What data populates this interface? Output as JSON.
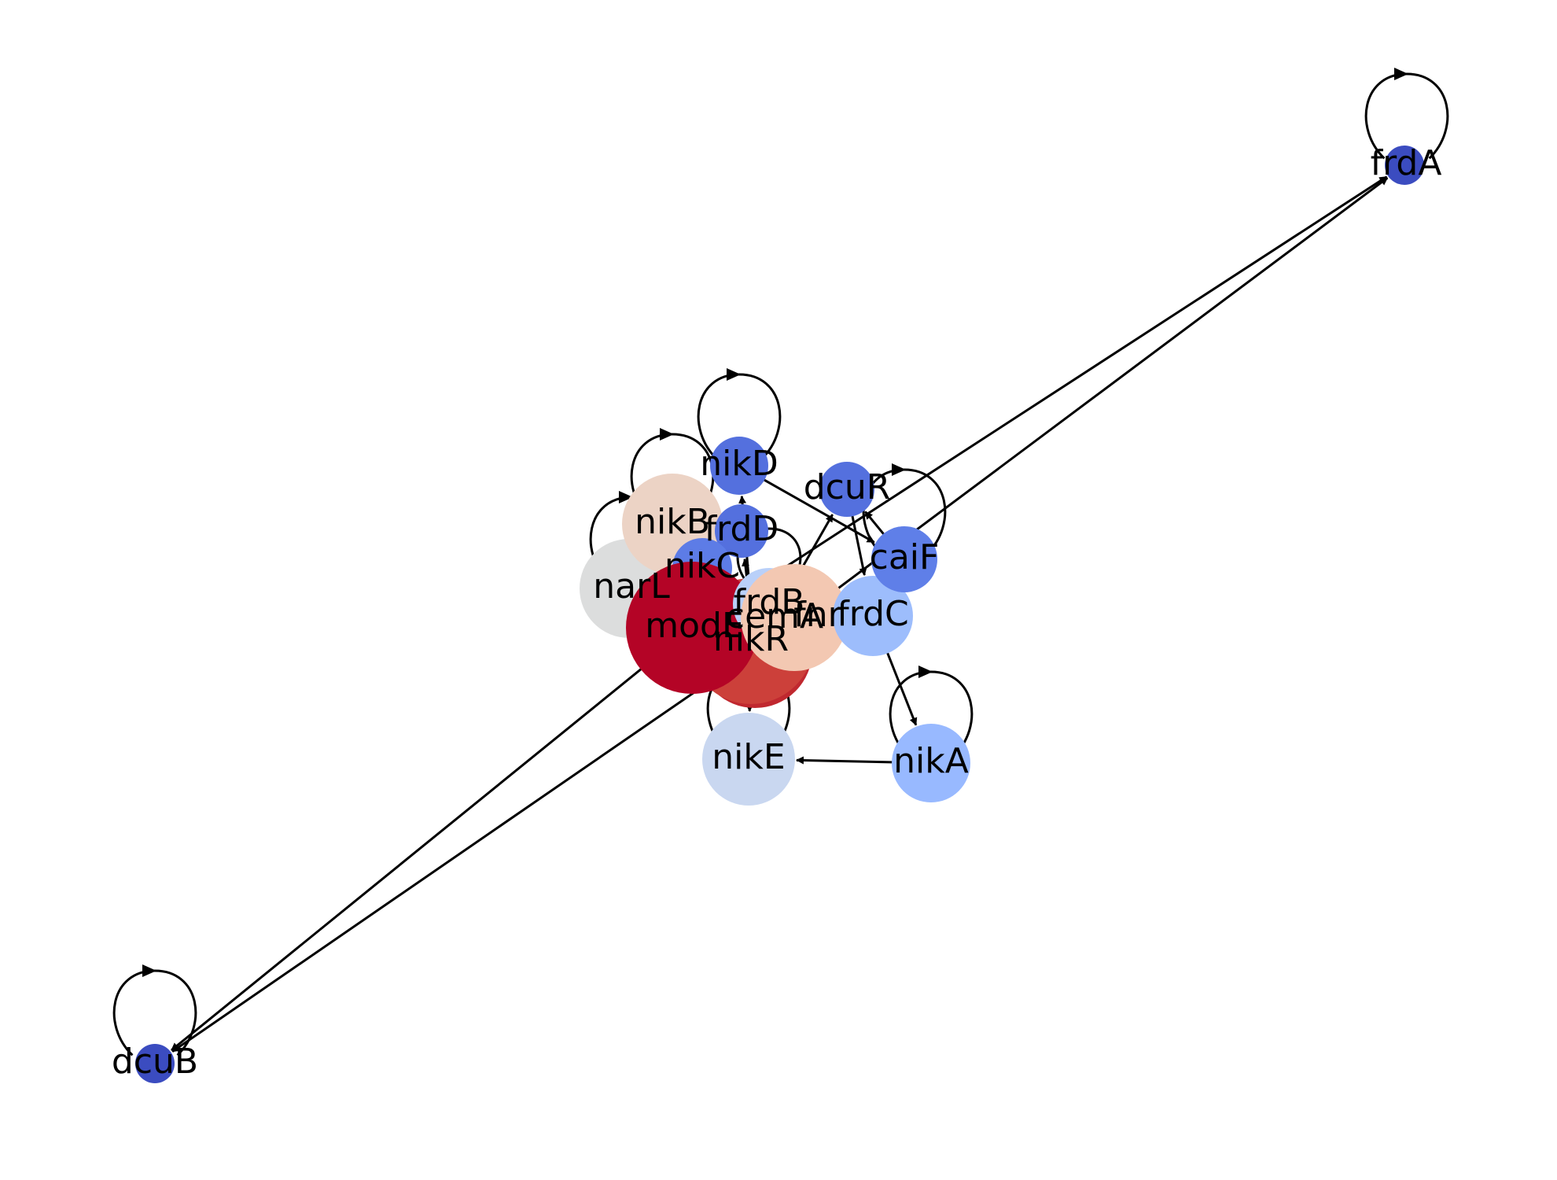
{
  "diagram": {
    "type": "directed-network",
    "nodes": [
      {
        "id": "frdA",
        "label": "frdA",
        "color": "#3b4cc0"
      },
      {
        "id": "dcuB",
        "label": "dcuB",
        "color": "#3b4cc0"
      },
      {
        "id": "nikD",
        "label": "nikD",
        "color": "#5470de"
      },
      {
        "id": "dcuR",
        "label": "dcuR",
        "color": "#5470de"
      },
      {
        "id": "nikB",
        "label": "nikB",
        "color": "#ecd3c5"
      },
      {
        "id": "frdD",
        "label": "frdD",
        "color": "#5470de"
      },
      {
        "id": "caiF",
        "label": "caiF",
        "color": "#5f7fe8"
      },
      {
        "id": "nikC",
        "label": "nikC",
        "color": "#5d7ce6"
      },
      {
        "id": "narL",
        "label": "narL",
        "color": "#dcdddd"
      },
      {
        "id": "frdB",
        "label": "frdB",
        "color": "#b9d0f9"
      },
      {
        "id": "fnr",
        "label": "fnr",
        "color": "#c0282f"
      },
      {
        "id": "modE",
        "label": "modE",
        "color": "#b40426"
      },
      {
        "id": "nikR",
        "label": "nikR",
        "color": "#cc403a"
      },
      {
        "id": "cemA",
        "label": "cemA",
        "color": "#f3c8b2"
      },
      {
        "id": "frdC",
        "label": "frdC",
        "color": "#9dbdfc"
      },
      {
        "id": "nikE",
        "label": "nikE",
        "color": "#c9d7f0"
      },
      {
        "id": "nikA",
        "label": "nikA",
        "color": "#98b9ff"
      }
    ],
    "edges": [
      {
        "from": "frdA",
        "to": "frdA"
      },
      {
        "from": "dcuB",
        "to": "dcuB"
      },
      {
        "from": "nikD",
        "to": "nikD"
      },
      {
        "from": "nikB",
        "to": "nikB"
      },
      {
        "from": "narL",
        "to": "narL"
      },
      {
        "from": "caiF",
        "to": "caiF"
      },
      {
        "from": "nikA",
        "to": "nikA"
      },
      {
        "from": "nikE",
        "to": "nikE"
      },
      {
        "from": "frdB",
        "to": "frdB"
      },
      {
        "from": "modE",
        "to": "frdA"
      },
      {
        "from": "fnr",
        "to": "frdA"
      },
      {
        "from": "modE",
        "to": "dcuB"
      },
      {
        "from": "fnr",
        "to": "dcuB"
      },
      {
        "from": "fnr",
        "to": "nikD"
      },
      {
        "from": "fnr",
        "to": "dcuR"
      },
      {
        "from": "fnr",
        "to": "caiF"
      },
      {
        "from": "fnr",
        "to": "frdD"
      },
      {
        "from": "modE",
        "to": "frdD"
      },
      {
        "from": "nikD",
        "to": "caiF"
      },
      {
        "from": "dcuR",
        "to": "frdC"
      },
      {
        "from": "caiF",
        "to": "dcuR"
      },
      {
        "from": "frdC",
        "to": "nikA"
      },
      {
        "from": "nikA",
        "to": "nikE"
      },
      {
        "from": "nikR",
        "to": "nikE"
      },
      {
        "from": "modE",
        "to": "nikC"
      }
    ]
  }
}
